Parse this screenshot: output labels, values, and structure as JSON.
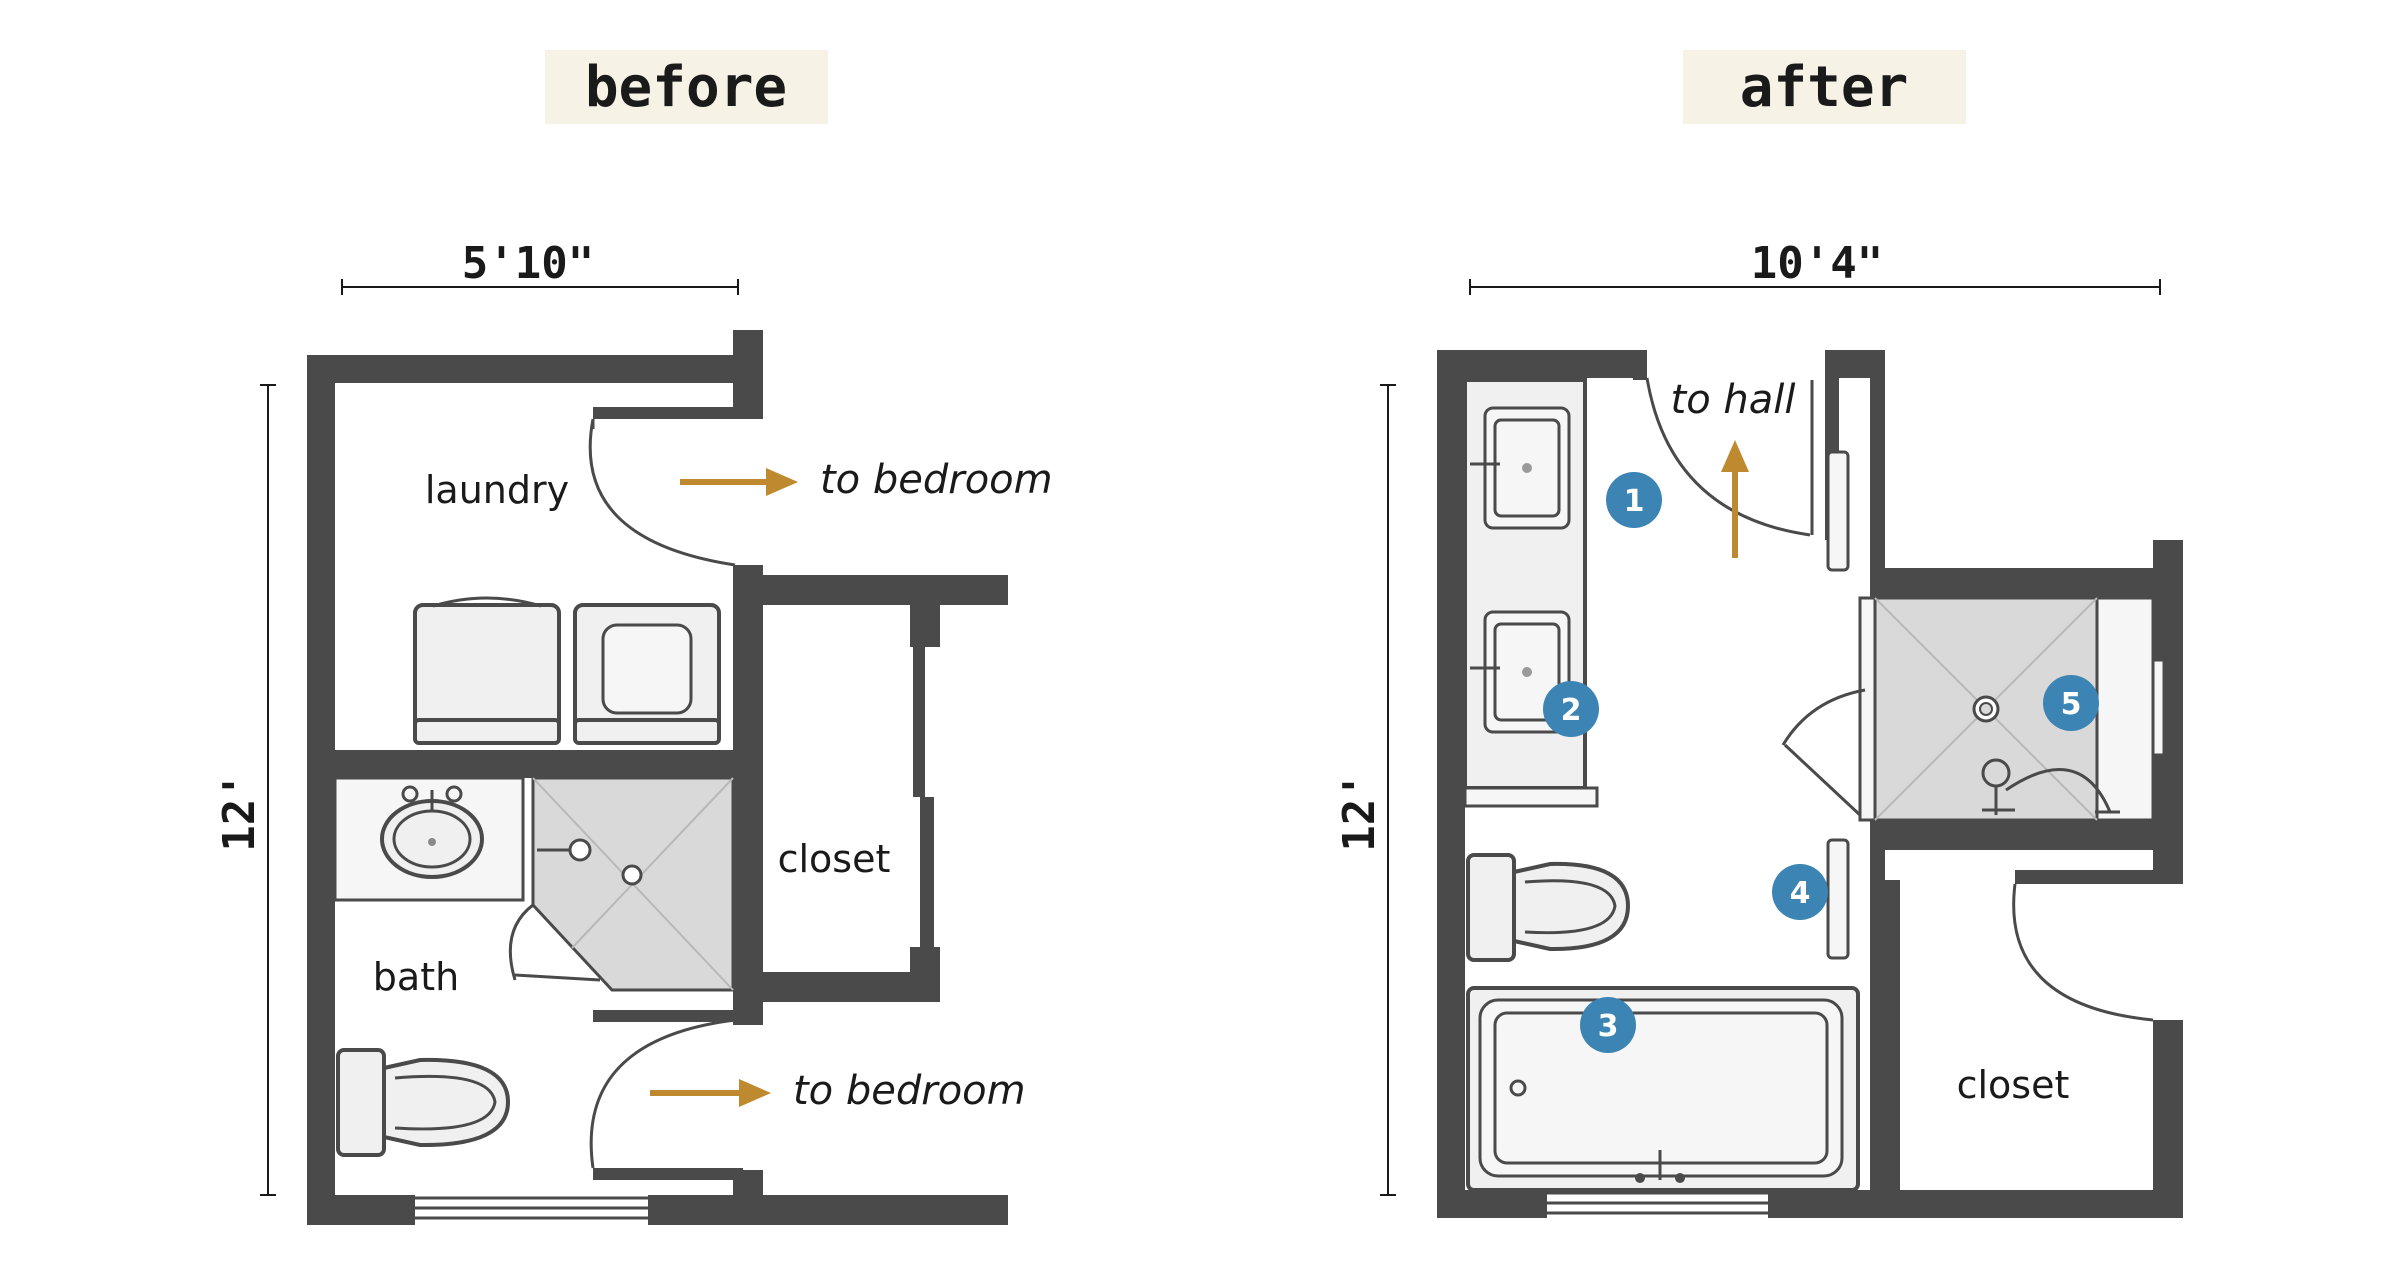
{
  "before": {
    "title": "before",
    "width_label": "5'10\"",
    "height_label": "12'",
    "rooms": {
      "laundry": "laundry",
      "bath": "bath",
      "closet": "closet"
    },
    "exits": {
      "top": "to bedroom",
      "bottom": "to bedroom"
    }
  },
  "after": {
    "title": "after",
    "width_label": "10'4\"",
    "height_label": "12'",
    "rooms": {
      "closet": "closet"
    },
    "exits": {
      "hall": "to hall"
    },
    "callouts": [
      "1",
      "2",
      "3",
      "4",
      "5"
    ]
  },
  "colors": {
    "wall": "#4a4a4a",
    "arrow": "#bf8a2f",
    "badge": "#3b84b4",
    "title_bg": "#f6f2e6"
  }
}
